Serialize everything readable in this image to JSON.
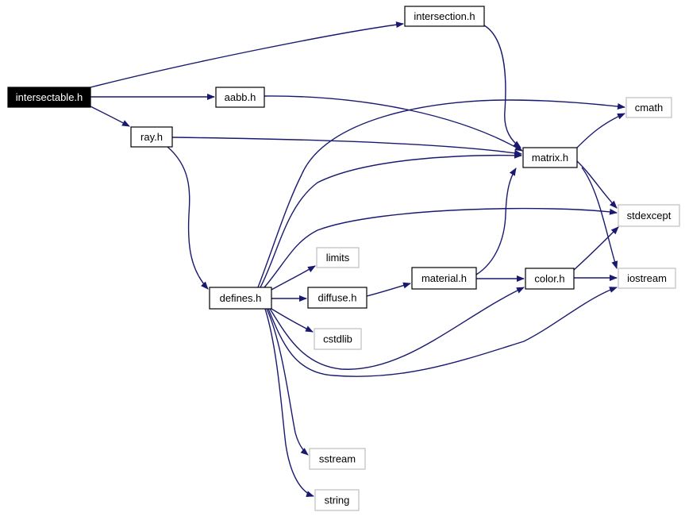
{
  "graph": {
    "nodes": [
      {
        "id": "intersectable",
        "label": "intersectable.h",
        "style": "root"
      },
      {
        "id": "intersection",
        "label": "intersection.h",
        "style": "documented"
      },
      {
        "id": "aabb",
        "label": "aabb.h",
        "style": "documented"
      },
      {
        "id": "ray",
        "label": "ray.h",
        "style": "documented"
      },
      {
        "id": "matrix",
        "label": "matrix.h",
        "style": "documented"
      },
      {
        "id": "cmath",
        "label": "cmath",
        "style": "external"
      },
      {
        "id": "stdexcept",
        "label": "stdexcept",
        "style": "external"
      },
      {
        "id": "iostream",
        "label": "iostream",
        "style": "external"
      },
      {
        "id": "limits",
        "label": "limits",
        "style": "external"
      },
      {
        "id": "defines",
        "label": "defines.h",
        "style": "documented"
      },
      {
        "id": "diffuse",
        "label": "diffuse.h",
        "style": "documented"
      },
      {
        "id": "material",
        "label": "material.h",
        "style": "documented"
      },
      {
        "id": "color",
        "label": "color.h",
        "style": "documented"
      },
      {
        "id": "cstdlib",
        "label": "cstdlib",
        "style": "external"
      },
      {
        "id": "sstream",
        "label": "sstream",
        "style": "external"
      },
      {
        "id": "string",
        "label": "string",
        "style": "external"
      }
    ],
    "edges": [
      {
        "from": "intersectable",
        "to": "intersection"
      },
      {
        "from": "intersectable",
        "to": "aabb"
      },
      {
        "from": "intersectable",
        "to": "ray"
      },
      {
        "from": "intersection",
        "to": "matrix"
      },
      {
        "from": "aabb",
        "to": "matrix"
      },
      {
        "from": "ray",
        "to": "matrix"
      },
      {
        "from": "ray",
        "to": "defines"
      },
      {
        "from": "defines",
        "to": "cmath"
      },
      {
        "from": "defines",
        "to": "matrix"
      },
      {
        "from": "defines",
        "to": "stdexcept"
      },
      {
        "from": "defines",
        "to": "limits"
      },
      {
        "from": "defines",
        "to": "diffuse"
      },
      {
        "from": "defines",
        "to": "cstdlib"
      },
      {
        "from": "defines",
        "to": "color"
      },
      {
        "from": "defines",
        "to": "iostream"
      },
      {
        "from": "defines",
        "to": "sstream"
      },
      {
        "from": "defines",
        "to": "string"
      },
      {
        "from": "diffuse",
        "to": "material"
      },
      {
        "from": "material",
        "to": "matrix"
      },
      {
        "from": "material",
        "to": "color"
      },
      {
        "from": "matrix",
        "to": "cmath"
      },
      {
        "from": "matrix",
        "to": "stdexcept"
      },
      {
        "from": "matrix",
        "to": "iostream"
      },
      {
        "from": "color",
        "to": "stdexcept"
      },
      {
        "from": "color",
        "to": "iostream"
      }
    ]
  },
  "colors": {
    "edge": "#191970",
    "root_fill": "#000000",
    "root_text": "#ffffff",
    "documented_border": "#000000",
    "external_border": "#bfbfbf",
    "node_fill": "#ffffff",
    "node_text": "#000000"
  }
}
